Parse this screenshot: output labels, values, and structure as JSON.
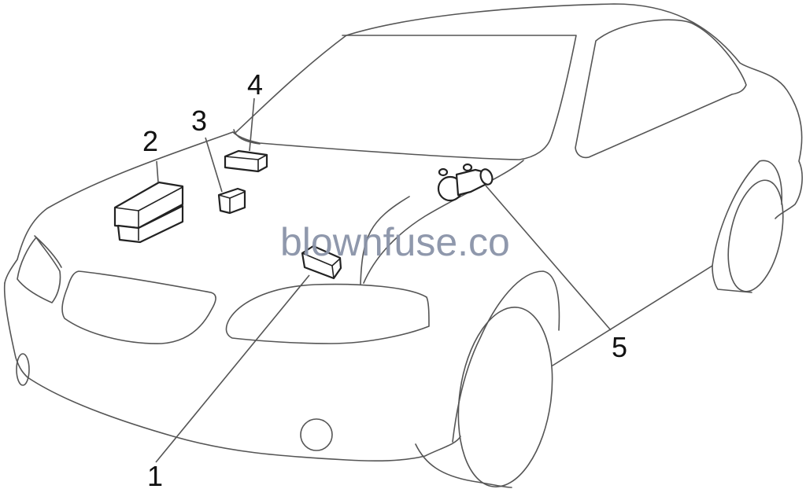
{
  "diagram": {
    "subject": "car fuse box and relay locations",
    "callouts": [
      {
        "id": "1",
        "label": "1",
        "part": "center-console-box"
      },
      {
        "id": "2",
        "label": "2",
        "part": "engine-compartment-fuse-box"
      },
      {
        "id": "3",
        "label": "3",
        "part": "small-relay-box"
      },
      {
        "id": "4",
        "label": "4",
        "part": "relay-box"
      },
      {
        "id": "5",
        "label": "5",
        "part": "cylindrical-component"
      }
    ],
    "watermark": "blownfuse.co",
    "colors": {
      "background": "#ffffff",
      "line": "#555555",
      "parts": "#222222",
      "watermark": "#8a93a8"
    }
  }
}
